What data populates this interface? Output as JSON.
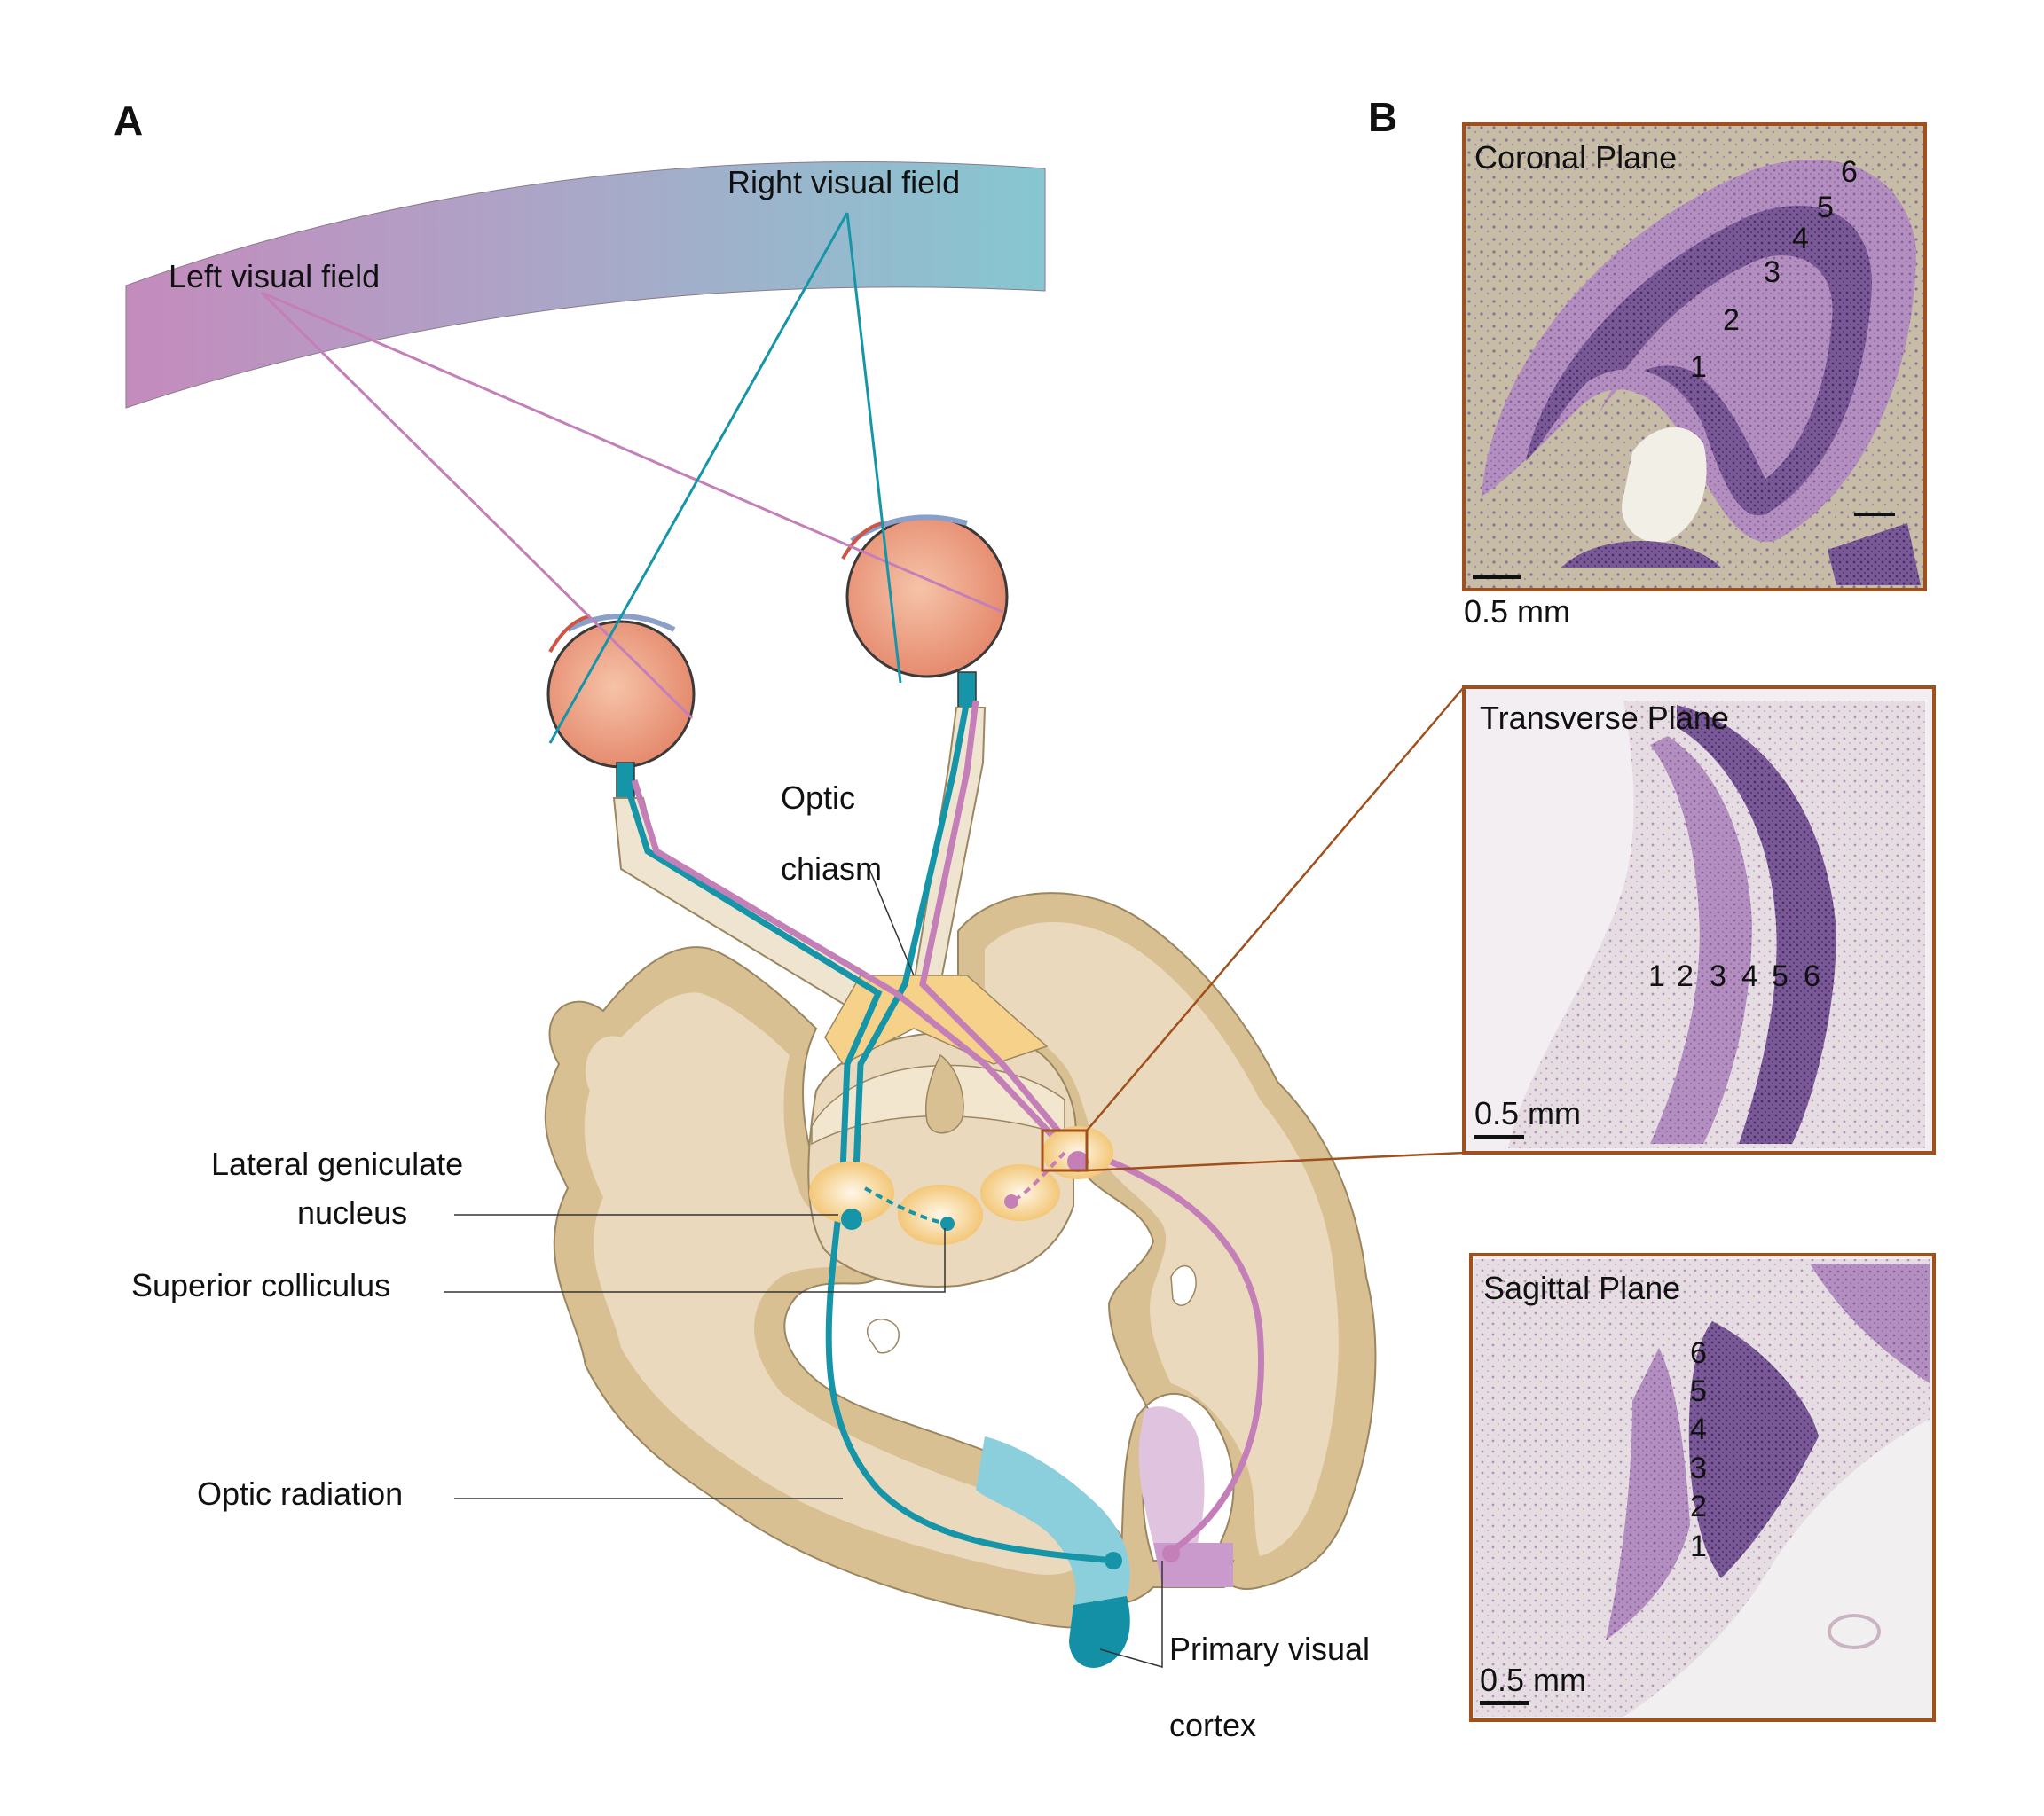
{
  "panel_a": {
    "letter": "A",
    "right_visual_field": "Right visual field",
    "left_visual_field": "Left visual field",
    "optic_chiasm_line1": "Optic",
    "optic_chiasm_line2": "chiasm",
    "lgn_line1": "Lateral geniculate",
    "lgn_line2": "nucleus",
    "superior_colliculus": "Superior colliculus",
    "optic_radiation": "Optic radiation",
    "primary_visual_line1": "Primary visual",
    "primary_visual_line2": "cortex"
  },
  "panel_b": {
    "letter": "B",
    "coronal": {
      "title": "Coronal Plane",
      "scale": "0.5 mm",
      "layers": [
        "6",
        "5",
        "4",
        "3",
        "2",
        "1"
      ]
    },
    "transverse": {
      "title": "Transverse Plane",
      "scale": "0.5 mm",
      "layers": [
        "1",
        "2",
        "3",
        "4",
        "5",
        "6"
      ]
    },
    "sagittal": {
      "title": "Sagittal Plane",
      "scale": "0.5 mm",
      "layers": [
        "6",
        "5",
        "4",
        "3",
        "2",
        "1"
      ]
    }
  },
  "colors": {
    "left_pathway": "#c47fb8",
    "right_pathway": "#1795a8",
    "brain_tissue": "#ead9bd",
    "brain_edge": "#d9c092",
    "frame": "#a0501c"
  }
}
